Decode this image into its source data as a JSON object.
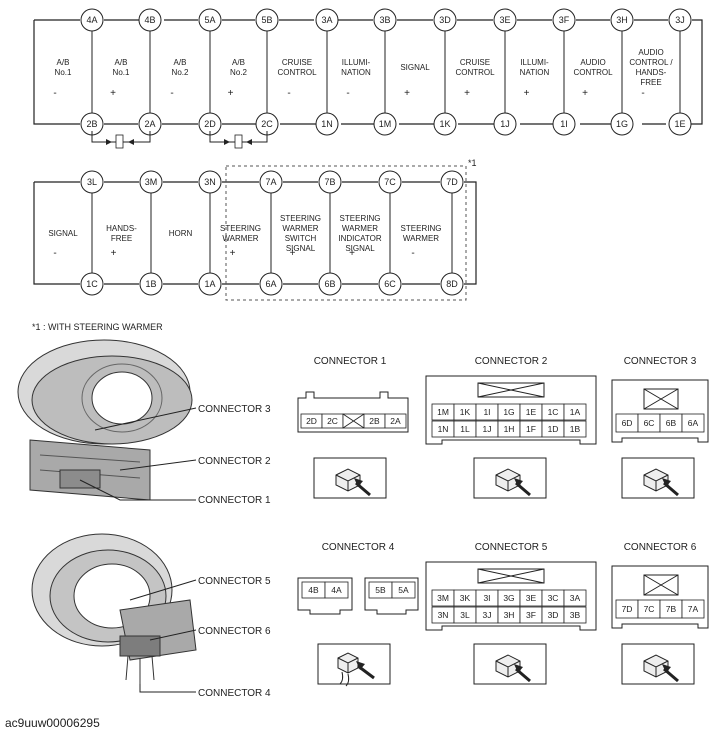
{
  "row1": {
    "top_pins": [
      "4A",
      "4B",
      "5A",
      "5B",
      "3A",
      "3B",
      "3D",
      "3E",
      "3F",
      "3H",
      "3J"
    ],
    "bottom_pins": [
      "2B",
      "2A",
      "2D",
      "2C",
      "1N",
      "1M",
      "1K",
      "1J",
      "1I",
      "1G",
      "1E"
    ],
    "labels": [
      [
        "A/B",
        "No.1"
      ],
      [
        "A/B",
        "No.1"
      ],
      [
        "A/B",
        "No.2"
      ],
      [
        "A/B",
        "No.2"
      ],
      [
        "CRUISE",
        "CONTROL"
      ],
      [
        "ILLUMI-",
        "NATION"
      ],
      [
        "SIGNAL"
      ],
      [
        "CRUISE",
        "CONTROL"
      ],
      [
        "ILLUMI-",
        "NATION"
      ],
      [
        "AUDIO",
        "CONTROL"
      ],
      [
        "AUDIO",
        "CONTROL /",
        "HANDS-",
        "FREE"
      ]
    ],
    "signs": [
      "-",
      "+",
      "-",
      "+",
      "-",
      "-",
      "+",
      "+",
      "+",
      "+",
      "-"
    ]
  },
  "row2": {
    "top_pins": [
      "3L",
      "3M",
      "3N",
      "7A",
      "7B",
      "7C",
      "7D"
    ],
    "bottom_pins": [
      "1C",
      "1B",
      "1A",
      "6A",
      "6B",
      "6C",
      "8D"
    ],
    "labels": [
      [
        "SIGNAL"
      ],
      [
        "HANDS-",
        "FREE"
      ],
      [
        "HORN"
      ],
      [
        "STEERING",
        "WARMER"
      ],
      [
        "STEERING",
        "WARMER",
        "SWITCH",
        "SIGNAL"
      ],
      [
        "STEERING",
        "WARMER",
        "INDICATOR",
        "SIGNAL"
      ],
      [
        "STEERING",
        "WARMER"
      ]
    ],
    "signs": [
      "-",
      "+",
      "",
      "+",
      "+",
      "+",
      "-"
    ]
  },
  "star_marker": "*1",
  "note": "*1 : WITH STEERING WARMER",
  "connectors": {
    "c1": {
      "title": "CONNECTOR 1",
      "cells": [
        "2D",
        "2C",
        "",
        "2B",
        "2A"
      ]
    },
    "c2": {
      "title": "CONNECTOR 2",
      "rows": [
        [
          "1M",
          "1K",
          "1I",
          "1G",
          "1E",
          "1C",
          "1A"
        ],
        [
          "1N",
          "1L",
          "1J",
          "1H",
          "1F",
          "1D",
          "1B"
        ]
      ]
    },
    "c3": {
      "title": "CONNECTOR 3",
      "cells": [
        "6D",
        "6C",
        "6B",
        "6A"
      ]
    },
    "c4": {
      "title": "CONNECTOR 4",
      "left": [
        "4B",
        "4A"
      ],
      "right": [
        "5B",
        "5A"
      ]
    },
    "c5": {
      "title": "CONNECTOR 5",
      "rows": [
        [
          "3M",
          "3K",
          "3I",
          "3G",
          "3E",
          "3C",
          "3A"
        ],
        [
          "3N",
          "3L",
          "3J",
          "3H",
          "3F",
          "3D",
          "3B"
        ]
      ]
    },
    "c6": {
      "title": "CONNECTOR 6",
      "cells": [
        "7D",
        "7C",
        "7B",
        "7A"
      ]
    }
  },
  "callouts": {
    "top": [
      "CONNECTOR 3",
      "CONNECTOR 2",
      "CONNECTOR 1"
    ],
    "bottom": [
      "CONNECTOR 5",
      "CONNECTOR 6",
      "CONNECTOR 4"
    ]
  },
  "footer_id": "ac9uuw00006295"
}
